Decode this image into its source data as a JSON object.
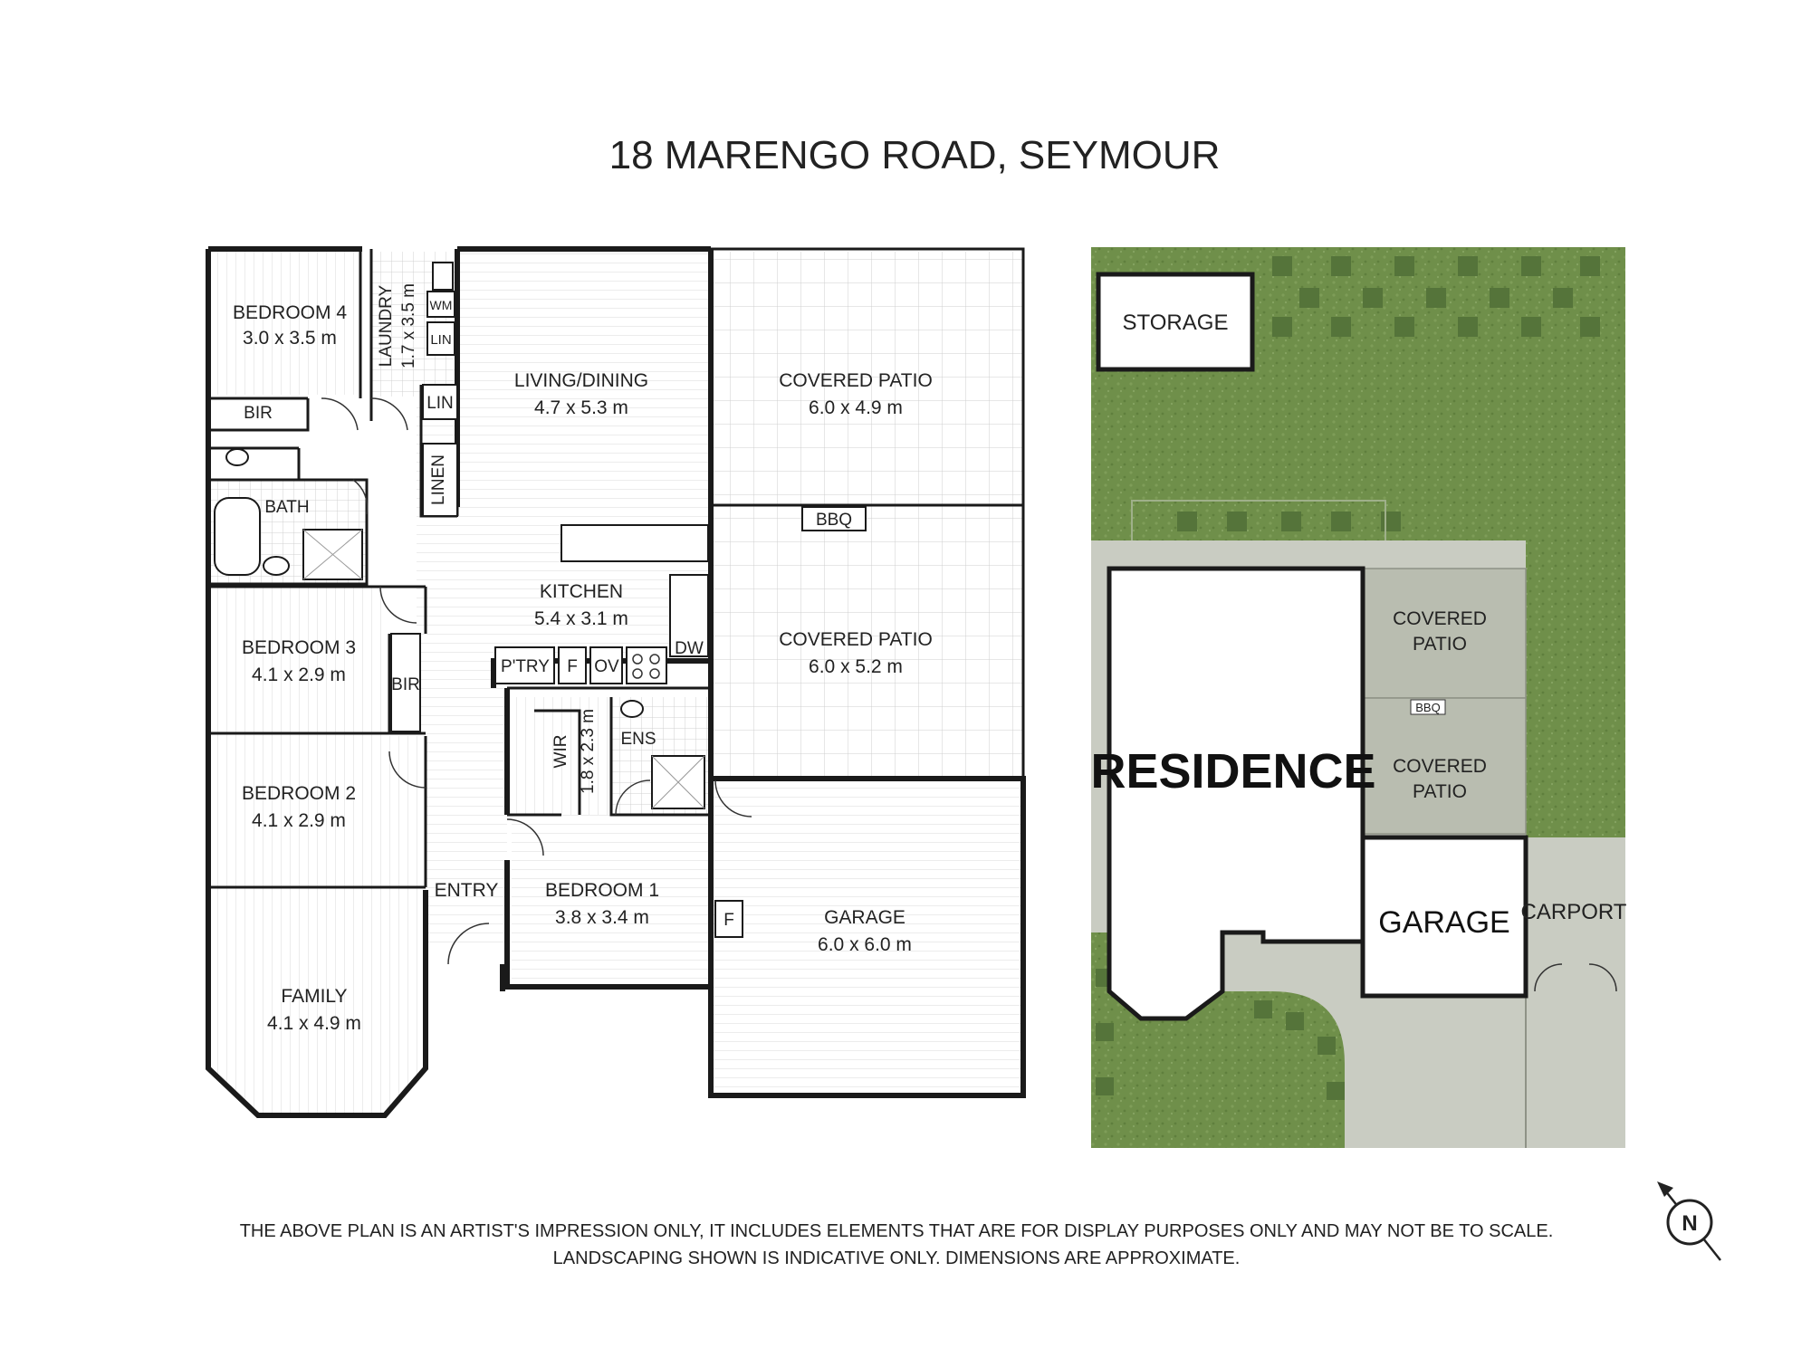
{
  "title": "18 MARENGO ROAD, SEYMOUR",
  "rooms": {
    "bedroom4": {
      "name": "BEDROOM 4",
      "dims": "3.0 x 3.5 m"
    },
    "laundry": {
      "name": "LAUNDRY",
      "dims": "1.7 x 3.5 m"
    },
    "living": {
      "name": "LIVING/DINING",
      "dims": "4.7 x 5.3 m"
    },
    "patio1": {
      "name": "COVERED PATIO",
      "dims": "6.0 x 4.9 m"
    },
    "patio2": {
      "name": "COVERED PATIO",
      "dims": "6.0 x 5.2 m"
    },
    "kitchen": {
      "name": "KITCHEN",
      "dims": "5.4 x 3.1 m"
    },
    "bedroom3": {
      "name": "BEDROOM 3",
      "dims": "4.1 x 2.9 m"
    },
    "bedroom2": {
      "name": "BEDROOM 2",
      "dims": "4.1 x 2.9 m"
    },
    "wir": {
      "name": "WIR",
      "dims": "1.8 x 2.3 m"
    },
    "bedroom1": {
      "name": "BEDROOM 1",
      "dims": "3.8 x 3.4 m"
    },
    "garage": {
      "name": "GARAGE",
      "dims": "6.0 x 6.0 m"
    },
    "family": {
      "name": "FAMILY",
      "dims": "4.1 x 4.9 m"
    }
  },
  "labels": {
    "bir": "BIR",
    "bath": "BATH",
    "lin": "LIN",
    "linen": "LINEN",
    "wm": "WM",
    "bbq": "BBQ",
    "dw": "DW",
    "pantry": "P'TRY",
    "fridge": "F",
    "oven": "OV",
    "ens": "ENS",
    "entry": "ENTRY"
  },
  "site": {
    "storage": "STORAGE",
    "residence": "RESIDENCE",
    "covered_patio_line1": "COVERED",
    "covered_patio_line2": "PATIO",
    "bbq": "BBQ",
    "garage": "GARAGE",
    "carport": "CARPORT"
  },
  "disclaimer": {
    "line1": "THE ABOVE PLAN IS AN ARTIST'S IMPRESSION ONLY, IT INCLUDES ELEMENTS THAT ARE FOR DISPLAY PURPOSES ONLY AND MAY NOT BE TO SCALE.",
    "line2": "LANDSCAPING SHOWN IS INDICATIVE ONLY. DIMENSIONS ARE APPROXIMATE."
  },
  "compass": {
    "letter": "N"
  },
  "colors": {
    "lawn": "#6f8f4a",
    "hedge": "#55743a",
    "paving": "#c9ccc2",
    "patio": "#b9bdb0",
    "wall": "#1a1a1a"
  }
}
